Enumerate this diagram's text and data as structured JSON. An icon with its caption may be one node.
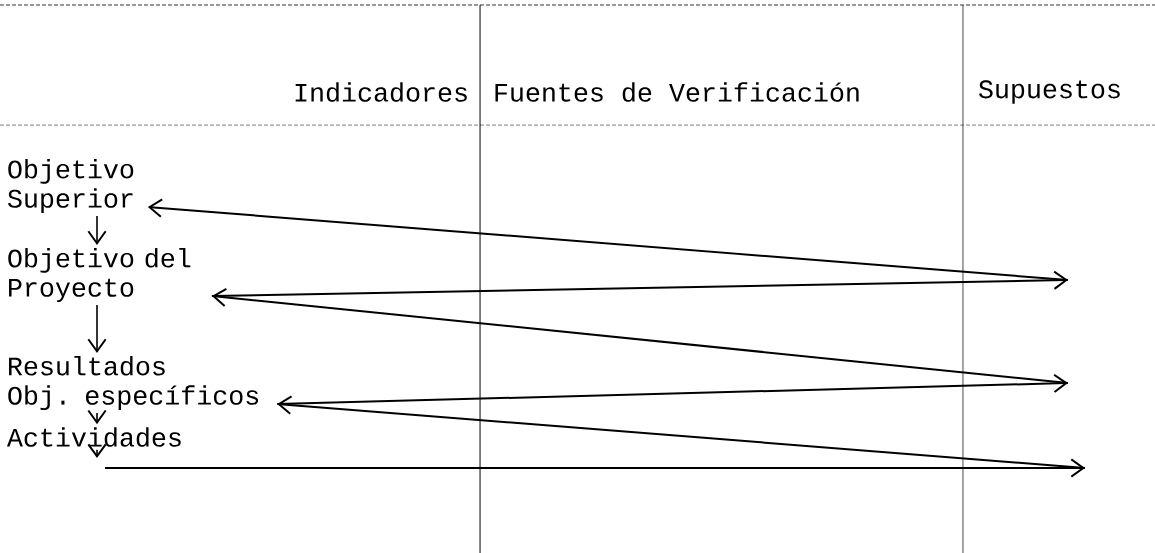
{
  "diagram": {
    "nodes": [
      {
        "text": [
          "Objetivo Superior"
        ]
      },
      {
        "text": [
          "Objetivo del Proyecto"
        ]
      },
      {
        "text": [
          "Resultados Obj. específicos"
        ]
      },
      {
        "text": [
          "Actividades"
        ]
      }
    ],
    "edges": [
      {
        "from": 0,
        "to": 1,
        "arrow": "to"
      },
      {
        "from": 1,
        "to": 2,
        "arrow": "to"
      },
      {
        "from": 2,
        "to": 3,
        "arrow": "to"
      },
      {
        "from": 3,
        "to": null,
        "arrow": "to"
      },
      {
        "from": null,
        "to": 2,
        "arrow": "to"
      },
      {
        "from": 2,
        "to": null,
        "arrow": "to"
      },
      {
        "from": null,
        "to": 1,
        "arrow": "to"
      },
      {
        "from": 1,
        "to": null,
        "arrow": "to"
      },
      {
        "from": null,
        "to": 0,
        "arrow": "to"
      }
    ],
    "labels": [
      "Indicadores",
      "Fuentes de Verificación",
      "Supuestos"
    ]
  }
}
